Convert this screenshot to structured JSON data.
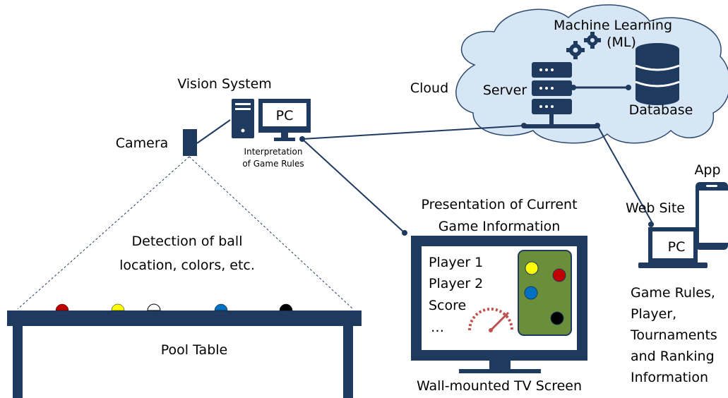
{
  "colors": {
    "navy": "#1f3a5f",
    "cloud_fill": "#d6e6f5",
    "cloud_stroke": "#2e4a6e",
    "screen_fill": "#ffffff",
    "felt": "#6b8e3a",
    "red": "#c00000",
    "yellow": "#ffff00",
    "blue": "#0070c0",
    "white": "#ffffff",
    "black": "#000000",
    "gauge": "#c0504d"
  },
  "labels": {
    "machine_learning": "Machine Learning",
    "ml": "(ML)",
    "cloud": "Cloud",
    "server": "Server",
    "database": "Database",
    "vision_system": "Vision System",
    "pc": "PC",
    "camera": "Camera",
    "interpretation_line1": "Interpretation",
    "interpretation_line2": "of Game Rules",
    "detection_line1": "Detection of ball",
    "detection_line2": "location, colors, etc.",
    "pool_table": "Pool Table",
    "presentation_line1": "Presentation of Current",
    "presentation_line2": "Game Information",
    "tv_caption": "Wall-mounted TV Screen",
    "app": "App",
    "web_site": "Web Site",
    "laptop_pc": "PC",
    "info_line1": "Game Rules,",
    "info_line2": "Player,",
    "info_line3": "Tournaments",
    "info_line4": "and Ranking",
    "info_line5": "Information"
  },
  "tv_screen": {
    "items": [
      "Player 1",
      "Player 2",
      "Score",
      "…"
    ]
  },
  "table_balls": [
    "red",
    "yellow",
    "white",
    "blue",
    "black"
  ],
  "tv_balls": [
    "yellow",
    "red",
    "blue",
    "black"
  ]
}
